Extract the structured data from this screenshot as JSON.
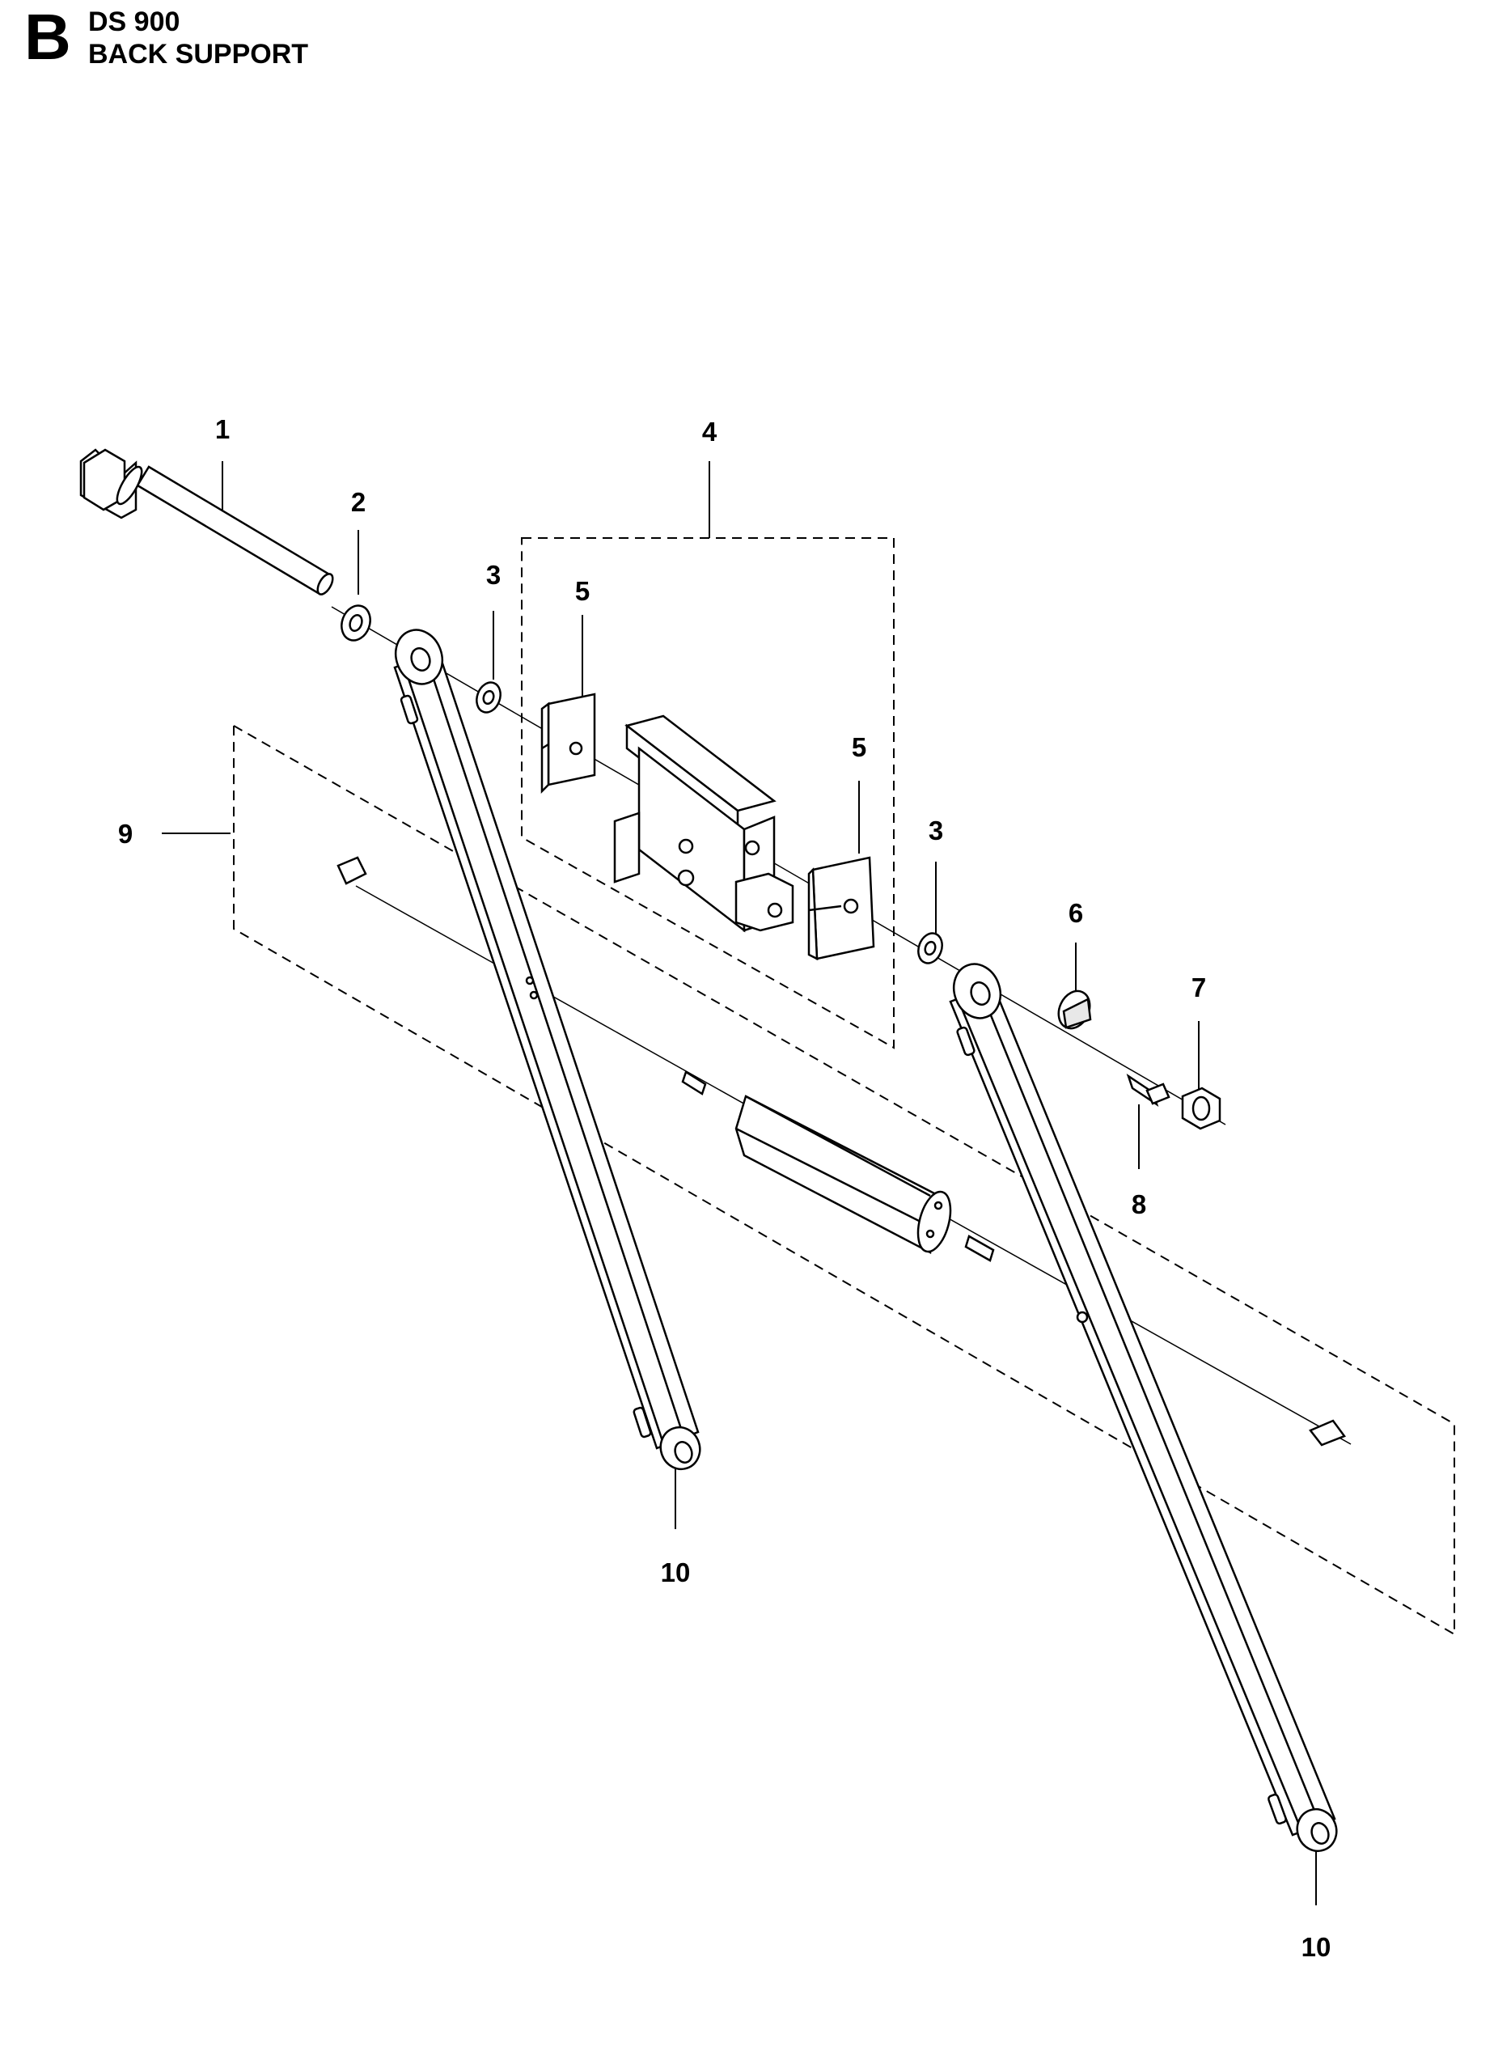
{
  "header": {
    "section_letter": "B",
    "model": "DS 900",
    "title": "BACK SUPPORT"
  },
  "callouts": {
    "c1": "1",
    "c2": "2",
    "c3a": "3",
    "c3b": "3",
    "c4": "4",
    "c5a": "5",
    "c5b": "5",
    "c6": "6",
    "c7": "7",
    "c8": "8",
    "c9": "9",
    "c10a": "10",
    "c10b": "10"
  }
}
